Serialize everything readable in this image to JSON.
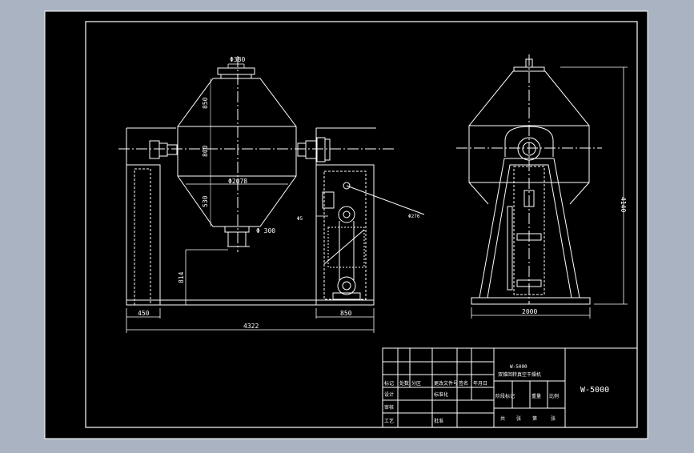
{
  "colors": {
    "ui_bg": "#aab3c2",
    "sheet": "#000000",
    "line": "#ffffff"
  },
  "dimensions": {
    "inlet_dia": "Φ380",
    "cone_height": "850",
    "cylinder_height": "800",
    "body_dia": "Φ2078",
    "lower_cone": "530",
    "outlet_dia": "Φ 300",
    "discharge_height": "814",
    "left_base": "450",
    "right_base": "850",
    "total_length": "4322",
    "total_height": "4140",
    "side_base": "2000",
    "motor_label": "Φ5",
    "callout": "Φ276"
  },
  "title_block": {
    "model": "W-5000",
    "desc": "双锥回转真空干燥机",
    "drawing_no": "W-5000",
    "r1": [
      "标记",
      "处数",
      "分区",
      "更改文件号",
      "签名",
      "年月日"
    ],
    "r2": [
      "设计",
      "",
      "标准化"
    ],
    "r3": [
      "审核"
    ],
    "r4": [
      "工艺",
      "",
      "批准"
    ],
    "meta": [
      "阶段标记",
      "重量",
      "比例"
    ],
    "sheet": [
      "共",
      "张",
      "第",
      "张"
    ]
  }
}
